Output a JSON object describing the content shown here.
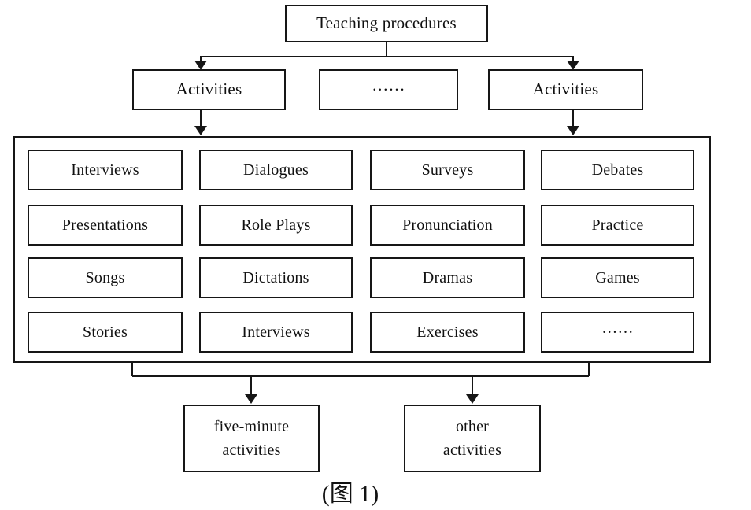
{
  "diagram": {
    "root_label": "Teaching procedures",
    "level2": {
      "left": "Activities",
      "middle": "……",
      "right": "Activities"
    },
    "grid": [
      [
        "Interviews",
        "Dialogues",
        "Surveys",
        "Debates"
      ],
      [
        "Presentations",
        "Role Plays",
        "Pronunciation",
        "Practice"
      ],
      [
        "Songs",
        "Dictations",
        "Dramas",
        "Games"
      ],
      [
        "Stories",
        "Interviews",
        "Exercises",
        "……"
      ]
    ],
    "bottom_nodes": [
      {
        "lines": [
          "five-minute",
          "activities"
        ]
      },
      {
        "lines": [
          "other",
          "activities"
        ]
      }
    ],
    "caption": "(图 1)",
    "colors": {
      "line": "#161616",
      "background": "#ffffff",
      "text": "#111111"
    }
  }
}
